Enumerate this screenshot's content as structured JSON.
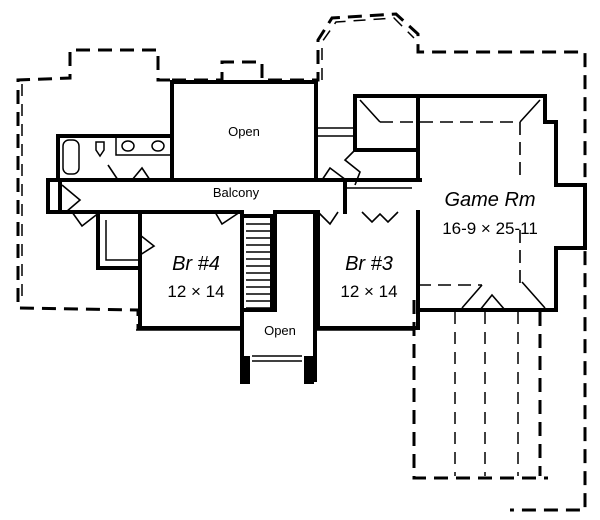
{
  "plan": {
    "title": "Second Floor Plan",
    "rooms": [
      {
        "id": "open-top",
        "name": "Open",
        "dims": ""
      },
      {
        "id": "balcony",
        "name": "Balcony",
        "dims": ""
      },
      {
        "id": "br4",
        "name": "Br #4",
        "dims": "12 × 14"
      },
      {
        "id": "br3",
        "name": "Br #3",
        "dims": "12 × 14"
      },
      {
        "id": "open-stair",
        "name": "Open",
        "dims": ""
      },
      {
        "id": "game-room",
        "name": "Game Rm",
        "dims": "16-9 × 25-11"
      }
    ]
  },
  "colors": {
    "line": "#000000",
    "background": "#ffffff"
  }
}
